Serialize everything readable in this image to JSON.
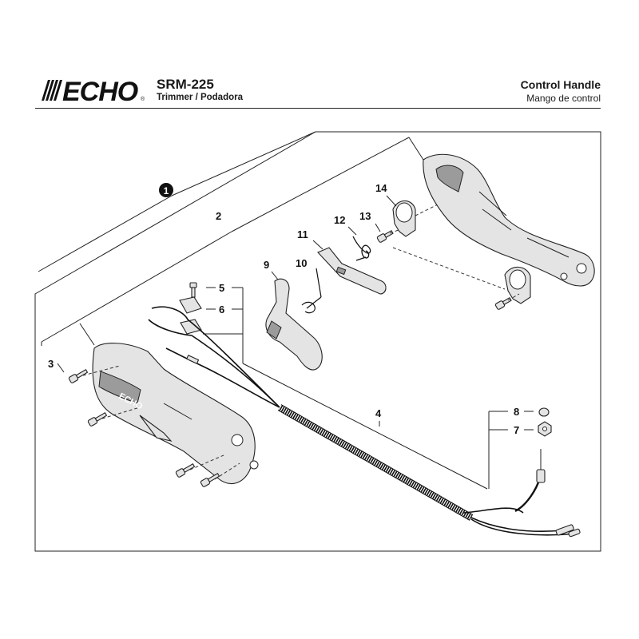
{
  "header": {
    "brand": "ECHO",
    "model": "SRM-225",
    "subtitle": "Trimmer / Podadora",
    "section_title": "Control Handle",
    "section_subtitle": "Mango de control"
  },
  "callouts": {
    "assembly": "1",
    "c2": "2",
    "c3": "3",
    "c4": "4",
    "c5": "5",
    "c6": "6",
    "c7": "7",
    "c8": "8",
    "c9": "9",
    "c10": "10",
    "c11": "11",
    "c12": "12",
    "c13": "13",
    "c14": "14"
  },
  "handle_label": "ECHO",
  "colors": {
    "ink": "#1a1a1a",
    "part_fill": "#e4e4e4",
    "brand_stripe": "#111111"
  }
}
